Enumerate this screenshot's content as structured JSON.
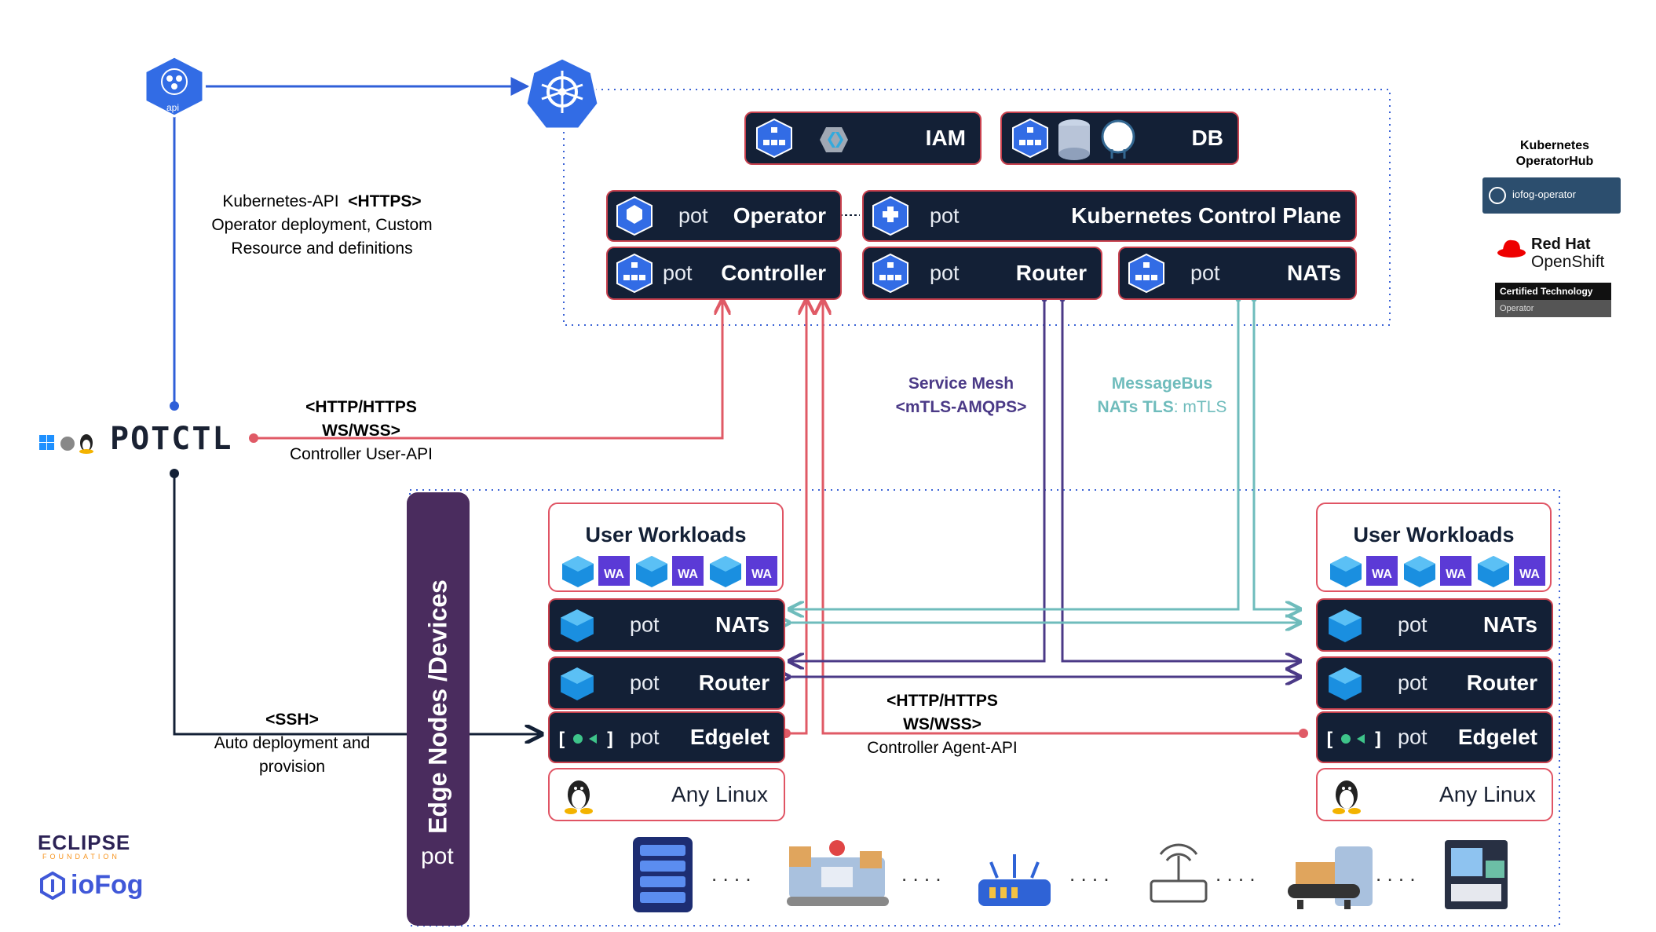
{
  "api_icon": {
    "label": "api"
  },
  "k8s_api_label": {
    "line1_prefix": "Kubernetes-API",
    "line1_bold": "<HTTPS>",
    "line2": "Operator deployment, Custom",
    "line3": "Resource and definitions"
  },
  "cluster": {
    "iam": {
      "title": "IAM"
    },
    "db": {
      "title": "DB"
    },
    "operator": {
      "pot": "pot",
      "title": "Operator",
      "icon": "pod"
    },
    "control_plane": {
      "pot": "pot",
      "title": "Kubernetes Control Plane",
      "icon": "crd"
    },
    "controller": {
      "pot": "pot",
      "title": "Controller",
      "icon": "svc"
    },
    "router": {
      "pot": "pot",
      "title": "Router",
      "icon": "svc"
    },
    "nats": {
      "pot": "pot",
      "title": "NATs",
      "icon": "svc"
    }
  },
  "operatorhub": {
    "title_line1": "Kubernetes",
    "title_line2": "OperatorHub",
    "badge": "iofog-operator",
    "redhat_line1": "Red Hat",
    "redhat_line2": "OpenShift",
    "certified": "Certified Technology",
    "certified_sub": "Operator"
  },
  "potctl": {
    "name": "POTCTL"
  },
  "user_api_label": {
    "line1": "<HTTP/HTTPS",
    "line2": "WS/WSS>",
    "line3": "Controller User-API"
  },
  "service_mesh_label": {
    "line1": "Service Mesh",
    "line2": "<mTLS-AMQPS>"
  },
  "messagebus_label": {
    "line1": "MessageBus",
    "line2_bold": "NATs TLS",
    "line2_rest": ": mTLS"
  },
  "ssh_label": {
    "line1": "<SSH>",
    "line2": "Auto deployment and",
    "line3": "provision"
  },
  "agent_api_label": {
    "line1": "<HTTP/HTTPS",
    "line2": "WS/WSS>",
    "line3": "Controller Agent-API"
  },
  "edge_bar": {
    "title": "Edge Nodes /Devices",
    "pot": "pot"
  },
  "edge_left": {
    "workloads_title": "User Workloads",
    "wa_label": "WA",
    "nats": {
      "pot": "pot",
      "title": "NATs"
    },
    "router": {
      "pot": "pot",
      "title": "Router"
    },
    "edgelet": {
      "pot": "pot",
      "title": "Edgelet"
    },
    "linux": {
      "title": "Any Linux"
    }
  },
  "edge_right": {
    "workloads_title": "User Workloads",
    "wa_label": "WA",
    "nats": {
      "pot": "pot",
      "title": "NATs"
    },
    "router": {
      "pot": "pot",
      "title": "Router"
    },
    "edgelet": {
      "pot": "pot",
      "title": "Edgelet"
    },
    "linux": {
      "title": "Any Linux"
    }
  },
  "devices": {
    "separator": ". . . .",
    "icons": [
      "server-rack-icon",
      "factory-machine-icon",
      "router-device-icon",
      "wifi-router-icon",
      "conveyor-icon",
      "control-panel-icon"
    ]
  },
  "branding": {
    "eclipse": "ECLIPSE",
    "foundation": "FOUNDATION",
    "iofog": "ioFog"
  },
  "colors": {
    "navy": "#132036",
    "red": "#e05a66",
    "purple": "#4b3a87",
    "teal": "#6fbcbc",
    "k8s_blue": "#326ce5",
    "edge_bar": "#4a2c5e",
    "dotted_border": "#3b63d6"
  }
}
